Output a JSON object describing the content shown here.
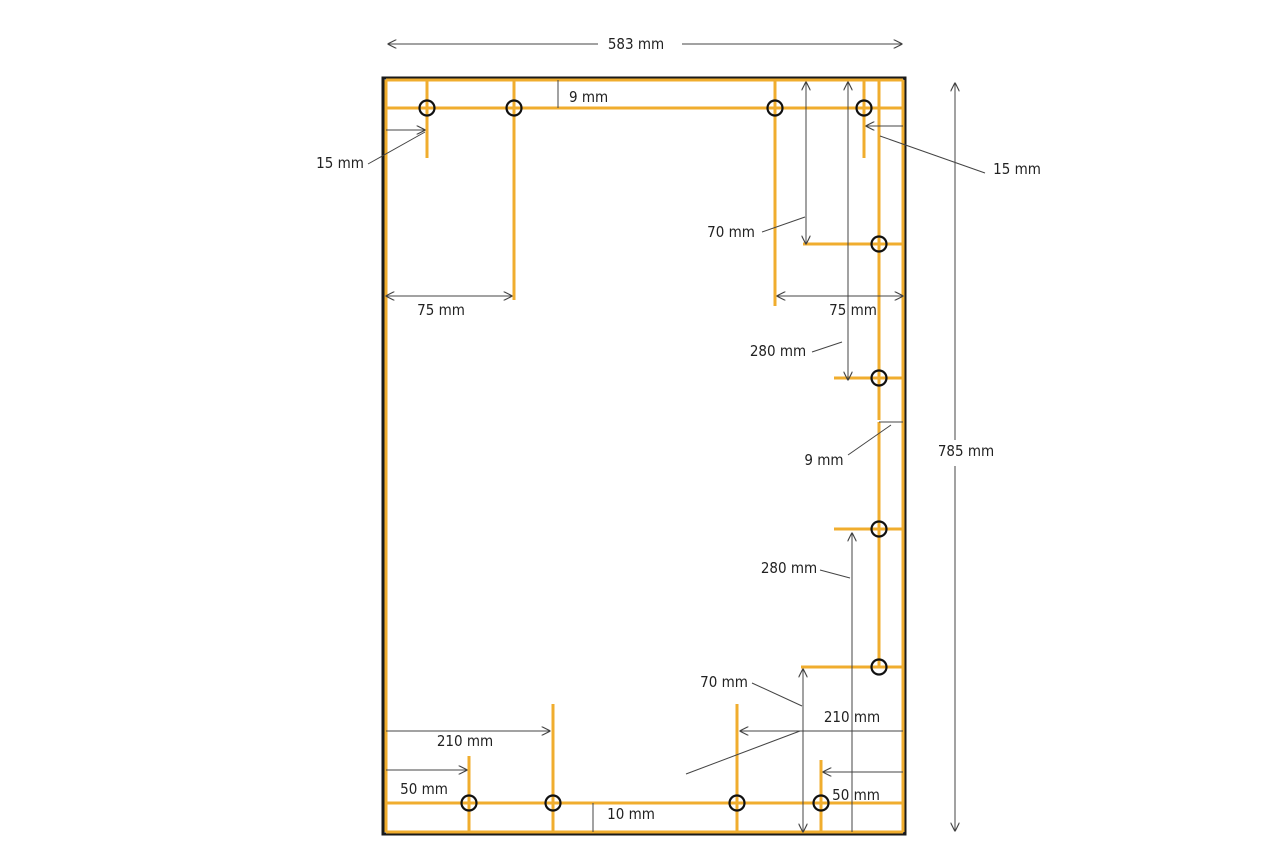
{
  "colors": {
    "panel": "#1a1a1a",
    "guide": "#f0ad2e",
    "dim": "#444444",
    "hole": "#111111"
  },
  "dimensions": {
    "total_width": "583 mm",
    "total_height": "785 mm",
    "top_margin": "9 mm",
    "left_hole_inset": "15 mm",
    "right_hole_inset": "15 mm",
    "top_left_spacing": "75 mm",
    "top_right_spacing": "75 mm",
    "right_top_offset": "70 mm",
    "right_upper_gap": "280 mm",
    "right_margin": "9 mm",
    "right_lower_gap": "280 mm",
    "right_bottom_offset": "70 mm",
    "bottom_left_outer": "210 mm",
    "bottom_right_outer": "210 mm",
    "bottom_left_inner": "50 mm",
    "bottom_right_inner": "50 mm",
    "bottom_margin": "10 mm"
  }
}
